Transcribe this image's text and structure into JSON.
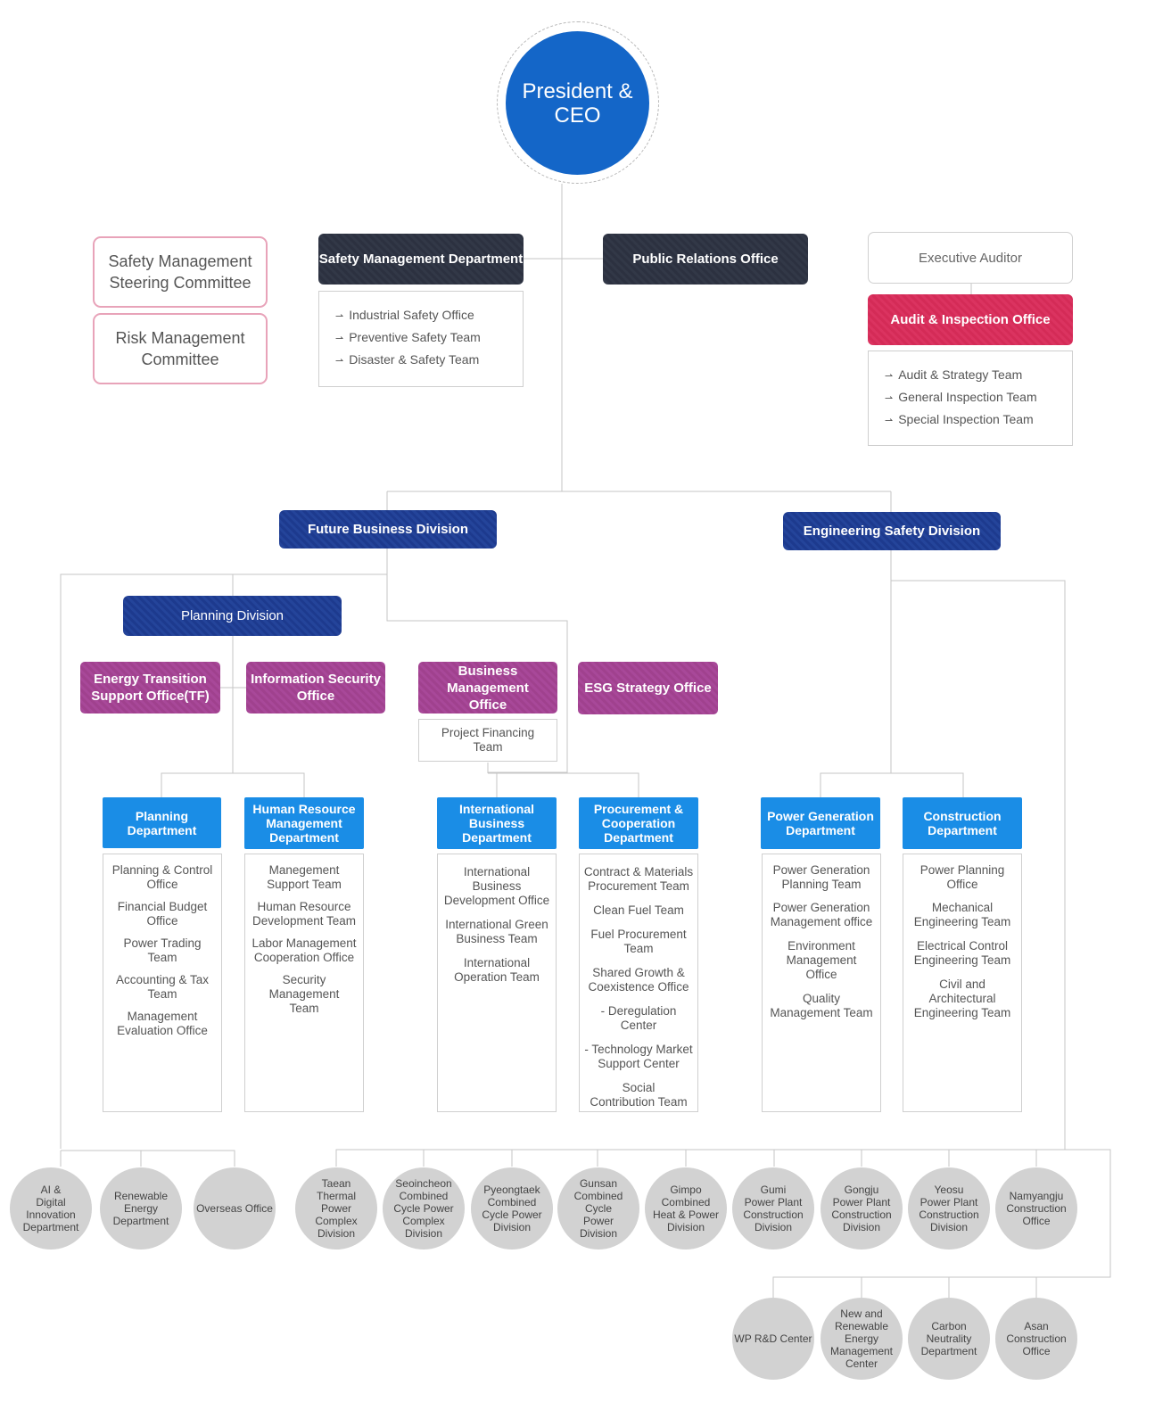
{
  "ceo": "President &\nCEO",
  "committees": [
    "Safety Management\nSteering Committee",
    "Risk Management\nCommittee"
  ],
  "safety_management_department": {
    "title": "Safety Management Department",
    "teams": [
      "Industrial Safety Office",
      "Preventive Safety Team",
      "Disaster & Safety Team"
    ]
  },
  "public_relations_office": "Public Relations Office",
  "executive_auditor": "Executive Auditor",
  "audit_inspection_office": {
    "title": "Audit & Inspection Office",
    "teams": [
      "Audit & Strategy Team",
      "General Inspection Team",
      "Special Inspection Team"
    ]
  },
  "divisions": {
    "future_business": "Future Business Division",
    "engineering_safety": "Engineering Safety Division",
    "planning": "Planning Division"
  },
  "offices": {
    "energy_transition": "Energy Transition\nSupport Office(TF)",
    "information_security": "Information Security\nOffice",
    "business_management": "Business Management\nOffice",
    "esg_strategy": "ESG Strategy Office",
    "project_financing": "Project Financing\nTeam"
  },
  "departments": [
    {
      "title": "Planning\nDepartment",
      "teams": [
        "Planning & Control\nOffice",
        "Financial Budget\nOffice",
        "Power Trading\nTeam",
        "Accounting & Tax\nTeam",
        "Management\nEvaluation Office"
      ]
    },
    {
      "title": "Human Resource\nManagement\nDepartment",
      "teams": [
        "Manegement\nSupport Team",
        "Human Resource\nDevelopment Team",
        "Labor Management\nCooperation Office",
        "Security Management\nTeam"
      ]
    },
    {
      "title": "International\nBusiness\nDepartment",
      "teams": [
        "International\nBusiness\nDevelopment Office",
        "International Green\nBusiness Team",
        "International\nOperation Team"
      ]
    },
    {
      "title": "Procurement &\nCooperation\nDepartment",
      "teams": [
        "Contract & Materials\nProcurement Team",
        "Clean Fuel Team",
        "Fuel Procurement\nTeam",
        "Shared Growth &\nCoexistence Office",
        "- Deregulation Center",
        "- Technology Market\nSupport Center",
        "Social\nContribution Team"
      ]
    },
    {
      "title": "Power Generation\nDepartment",
      "teams": [
        "Power Generation\nPlanning Team",
        "Power Generation\nManagement office",
        "Environment\nManagement\nOffice",
        "Quality\nManagement Team"
      ]
    },
    {
      "title": "Construction\nDepartment",
      "teams": [
        "Power Planning\nOffice",
        "Mechanical\nEngineering Team",
        "Electrical Control\nEngineering Team",
        "Civil and\nArchitectural\nEngineering Team"
      ]
    }
  ],
  "circles_left": [
    "AI &\nDigital Innovation\nDepartment",
    "Renewable\nEnergy\nDepartment",
    "Overseas Office"
  ],
  "circles_right_row1": [
    "Taean\nThermal\nPower\nComplex\nDivision",
    "Seoincheon\nCombined\nCycle Power\nComplex\nDivision",
    "Pyeongtaek\nCombined\nCycle Power\nDivision",
    "Gunsan\nCombined\nCycle\nPower\nDivision",
    "Gimpo\nCombined\nHeat & Power\nDivision",
    "Gumi\nPower Plant\nConstruction\nDivision",
    "Gongju\nPower Plant\nConstruction\nDivision",
    "Yeosu\nPower Plant\nConstruction\nDivision",
    "Namyangju\nConstruction\nOffice"
  ],
  "circles_right_row2": [
    "WP R&D Center",
    "New and\nRenewable\nEnergy\nManagement\nCenter",
    "Carbon\nNeutrality\nDepartment",
    "Asan\nConstruction\nOffice"
  ],
  "colors": {
    "ceo": "#1466c8",
    "dark": "#2f3544",
    "navy": "#21409a",
    "red": "#d82f5c",
    "purple": "#a44594",
    "blue": "#1a8de6",
    "circle": "#d2d2d2",
    "committee_border": "#e8a3b9"
  }
}
